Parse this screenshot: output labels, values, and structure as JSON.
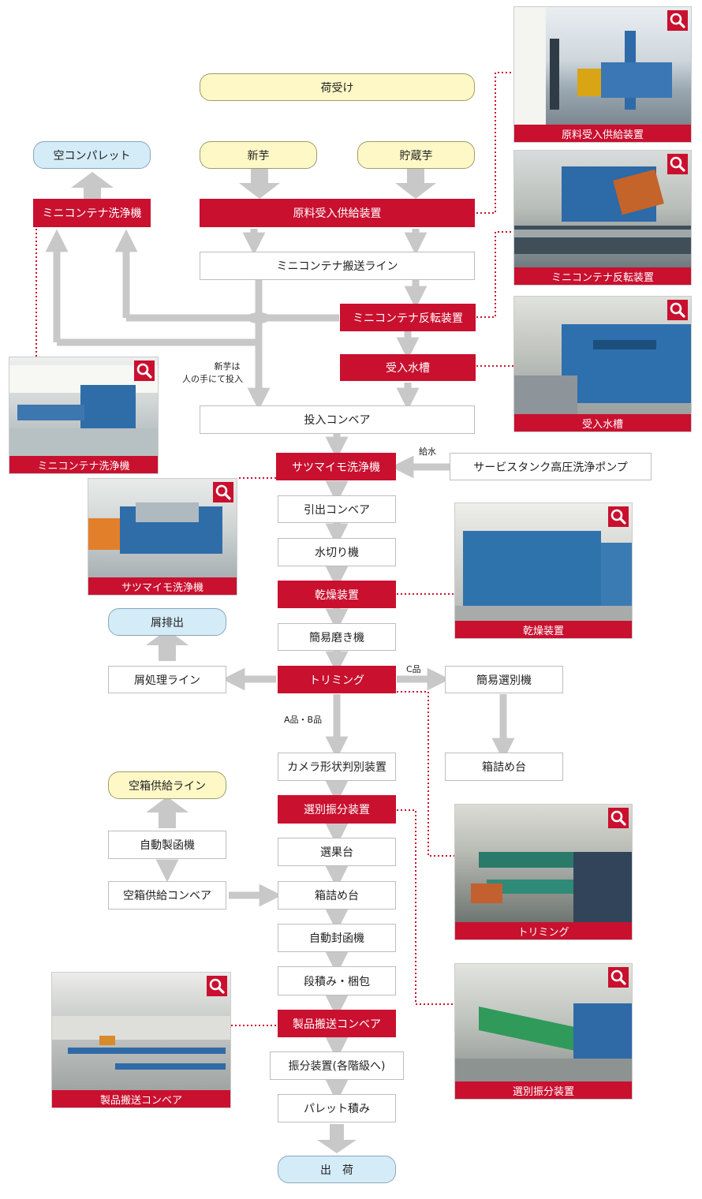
{
  "top": {
    "receive": "荷受け",
    "new_potato": "新芋",
    "stored_potato": "貯蔵芋"
  },
  "flow": {
    "raw_supply": "原料受入供給装置",
    "container_line": "ミニコンテナ搬送ライン",
    "container_flip": "ミニコンテナ反転装置",
    "water_tank": "受入水槽",
    "input_conveyor": "投入コンベア",
    "washer": "サツマイモ洗浄機",
    "pull_conveyor": "引出コンベア",
    "dewater": "水切り機",
    "dryer": "乾燥装置",
    "polish": "簡易磨き機",
    "trimming": "トリミング",
    "camera": "カメラ形状判別装置",
    "sorter": "選別振分装置",
    "fruit_table": "選果台",
    "packing_table": "箱詰め台",
    "sealer": "自動封函機",
    "stack": "段積み・梱包",
    "product_conveyor": "製品搬送コンベア",
    "distributor": "振分装置(各階級へ)",
    "pallet": "パレット積み",
    "ship": "出　荷"
  },
  "side": {
    "empty_pallet": "空コンパレット",
    "container_washer": "ミニコンテナ洗浄機",
    "service_pump": "サービスタンク高圧洗浄ポンプ",
    "waste_out": "屑排出",
    "waste_line": "屑処理ライン",
    "simple_sorter": "簡易選別機",
    "packing_table2": "箱詰め台",
    "empty_box_line": "空箱供給ライン",
    "box_maker": "自動製函機",
    "box_conveyor": "空箱供給コンベア"
  },
  "notes": {
    "manual_line1": "新芋は",
    "manual_line2": "人の手にて投入",
    "water_supply": "給水",
    "c_grade": "C品",
    "ab_grade": "A品・B品"
  },
  "photos": {
    "raw_supply": "原料受入供給装置",
    "container_flip": "ミニコンテナ反転装置",
    "water_tank": "受入水槽",
    "container_washer": "ミニコンテナ洗浄機",
    "washer": "サツマイモ洗浄機",
    "dryer": "乾燥装置",
    "trimming": "トリミング",
    "sorter": "選別振分装置",
    "product_conveyor": "製品搬送コンベア"
  },
  "colors": {
    "red": "#c9102f",
    "arrow_gray": "#c8c8c8",
    "yellow": "#fdf8c6",
    "blue": "#d4ebf8"
  },
  "icons": {
    "zoom": "magnifier-icon"
  }
}
